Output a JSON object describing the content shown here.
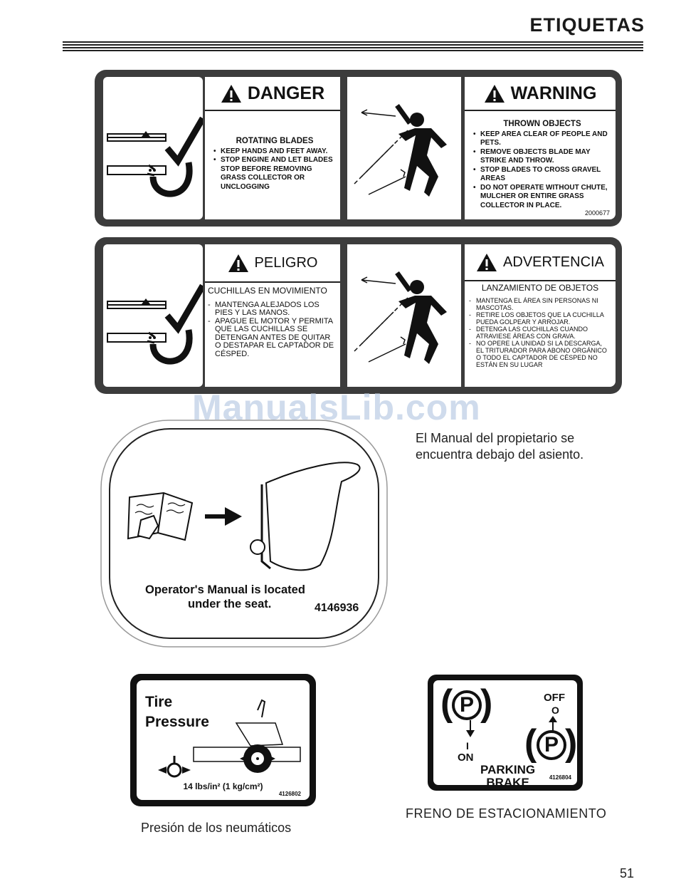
{
  "header": {
    "title": "ETIQUETAS"
  },
  "watermark": "ManualsLib.com",
  "decal_en": {
    "danger": {
      "header": "DANGER",
      "heading": "ROTATING BLADES",
      "items": [
        "KEEP HANDS AND FEET AWAY.",
        "STOP ENGINE AND LET BLADES STOP BEFORE REMOVING GRASS COLLECTOR OR UNCLOGGING"
      ]
    },
    "warning": {
      "header": "WARNING",
      "heading": "THROWN OBJECTS",
      "items": [
        "KEEP AREA CLEAR OF PEOPLE AND PETS.",
        "REMOVE OBJECTS BLADE MAY STRIKE AND THROW.",
        "STOP BLADES TO CROSS GRAVEL AREAS",
        "DO NOT OPERATE WITHOUT CHUTE, MULCHER OR ENTIRE GRASS COLLECTOR IN PLACE."
      ]
    },
    "id": "2000677"
  },
  "decal_es": {
    "peligro": {
      "header": "PELIGRO",
      "heading": "CUCHILLAS EN MOVIMIENTO",
      "items": [
        "MANTENGA ALEJADOS LOS PIES Y LAS MANOS.",
        "APAGUE EL MOTOR Y PERMITA QUE LAS CUCHILLAS SE DETENGAN ANTES DE QUITAR O DESTAPAR EL CAPTADOR DE CÉSPED."
      ]
    },
    "advertencia": {
      "header": "ADVERTENCIA",
      "heading": "LANZAMIENTO DE OBJETOS",
      "items": [
        "MANTENGA EL ÁREA SIN PERSONAS NI MASCOTAS.",
        "RETIRE LOS OBJETOS QUE LA CUCHILLA PUEDA GOLPEAR Y ARROJAR.",
        "DETENGA LAS CUCHILLAS CUANDO ATRAVIESE ÁREAS CON GRAVA.",
        "NO OPERE LA UNIDAD SI LA DESCARGA, EL TRITURADOR PARA ABONO ORGÁNICO O TODO EL CAPTADOR DE CÉSPED NO ESTÁN EN SU LUGAR"
      ]
    }
  },
  "manual_decal": {
    "caption_line1": "Operator's Manual is located",
    "caption_line2": "under the seat.",
    "id": "4146936"
  },
  "manual_note": "El Manual del propietario se encuentra debajo del asiento.",
  "tire_decal": {
    "title_line1": "Tire",
    "title_line2": "Pressure",
    "pressure": "14 lbs/in² (1 kg/cm²)",
    "id": "4126802"
  },
  "tire_caption": "Presión de los neumáticos",
  "brake_decal": {
    "off_label": "OFF",
    "off_symbol": "O",
    "on_symbol": "I",
    "on_label": "ON",
    "p_symbol": "P",
    "label_line1": "PARKING",
    "label_line2": "BRAKE",
    "id": "4126804"
  },
  "brake_caption": "FRENO DE ESTACIONAMIENTO",
  "page_number": "51"
}
